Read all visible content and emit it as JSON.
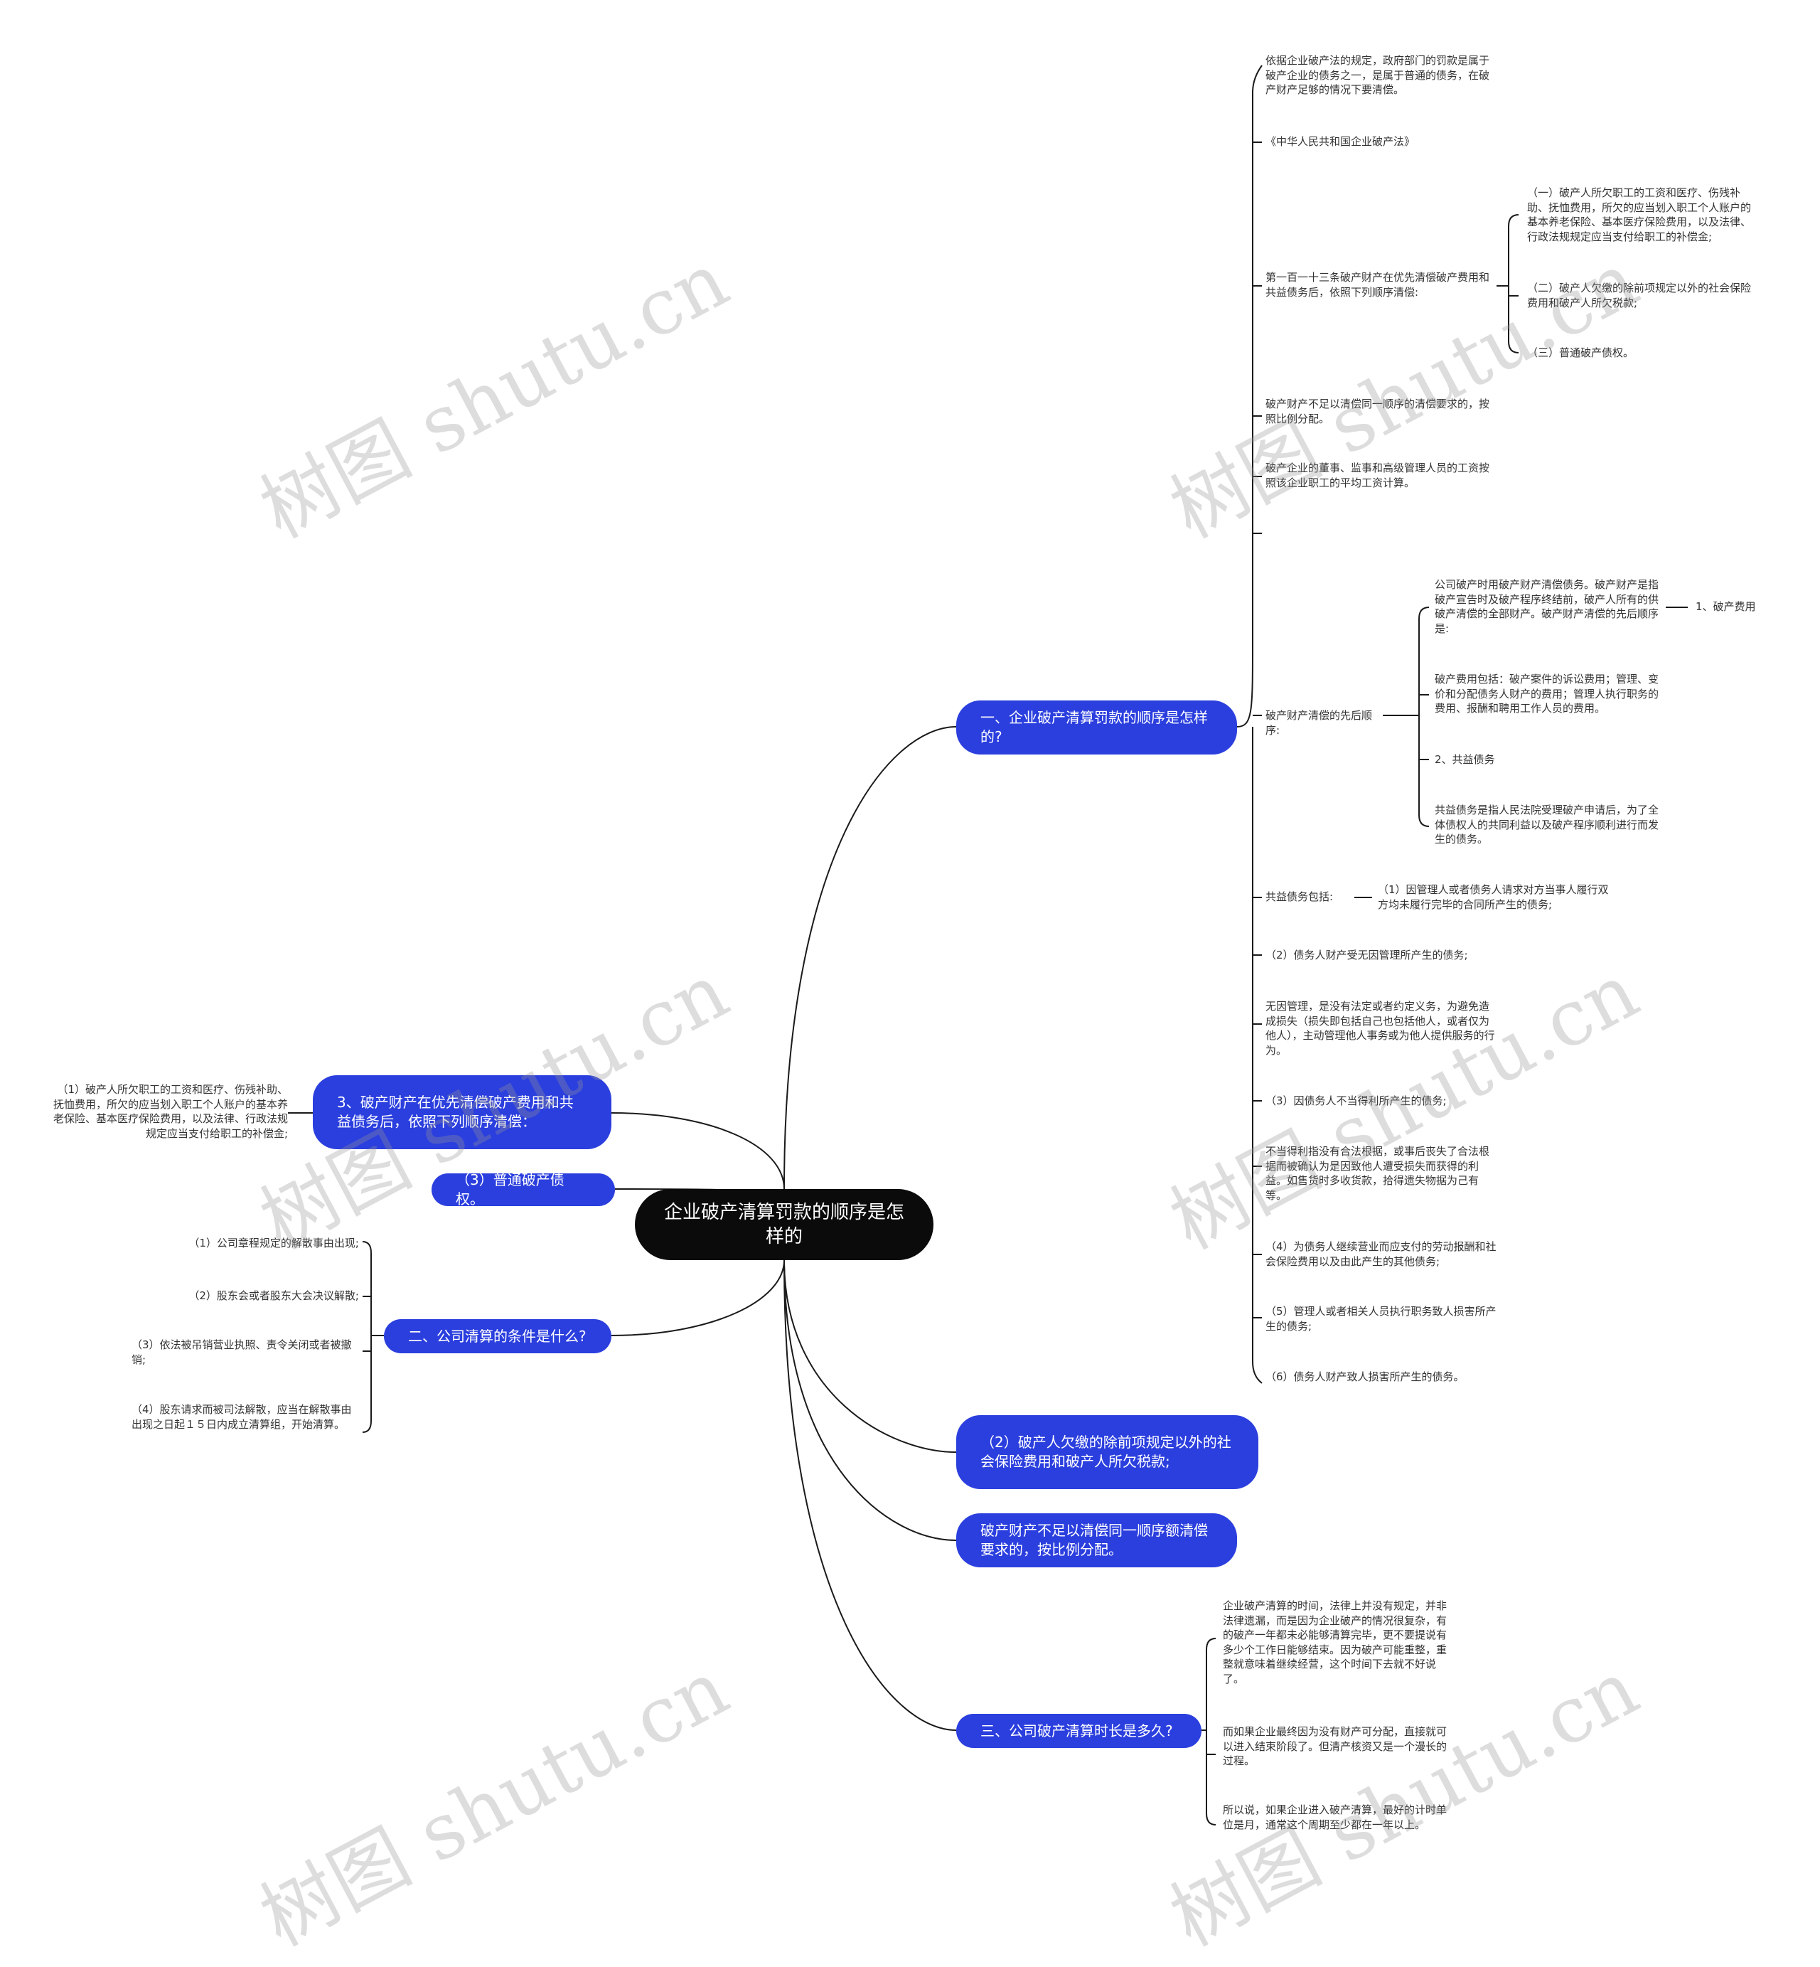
{
  "root": {
    "label": "企业破产清算罚款的顺序是怎样的"
  },
  "branches": {
    "b1": {
      "label": "一、企业破产清算罚款的顺序是怎样的?"
    },
    "b2": {
      "label": "（2）破产人欠缴的除前项规定以外的社会保险费用和破产人所欠税款;"
    },
    "b3": {
      "label": "破产财产不足以清偿同一顺序额清偿要求的，按比例分配。"
    },
    "b4": {
      "label": "三、公司破产清算时长是多久?"
    },
    "b5": {
      "label": "3、破产财产在优先清偿破产费用和共益债务后，依照下列顺序清偿："
    },
    "b6": {
      "label": "（3）普通破产债权。"
    },
    "b7": {
      "label": "二、公司清算的条件是什么?"
    }
  },
  "b1_children": {
    "c1": "依据企业破产法的规定，政府部门的罚款是属于破产企业的债务之一，是属于普通的债务，在破产财产足够的情况下要清偿。",
    "c2": "《中华人民共和国企业破产法》",
    "c3": "第一百一十三条破产财产在优先清偿破产费用和共益债务后，依照下列顺序清偿:",
    "c3a": "（一）破产人所欠职工的工资和医疗、伤残补助、抚恤费用，所欠的应当划入职工个人账户的基本养老保险、基本医疗保险费用，以及法律、行政法规规定应当支付给职工的补偿金;",
    "c3b": "（二）破产人欠缴的除前项规定以外的社会保险费用和破产人所欠税款;",
    "c3c": "（三）普通破产债权。",
    "c4": "破产财产不足以清偿同一顺序的清偿要求的，按照比例分配。",
    "c5": "破产企业的董事、监事和高级管理人员的工资按照该企业职工的平均工资计算。",
    "c6": "破产财产清偿的先后顺序:",
    "c6a": "公司破产时用破产财产清偿债务。破产财产是指破产宣告时及破产程序终结前，破产人所有的供破产清偿的全部财产。破产财产清偿的先后顺序是:",
    "c6a1": "1、破产费用",
    "c6b": "破产费用包括：破产案件的诉讼费用；管理、变价和分配债务人财产的费用；管理人执行职务的费用、报酬和聘用工作人员的费用。",
    "c6c": "2、共益债务",
    "c6d": "共益债务是指人民法院受理破产申请后，为了全体债权人的共同利益以及破产程序顺利进行而发生的债务。",
    "c7": "共益债务包括:",
    "c7a": "（1）因管理人或者债务人请求对方当事人履行双方均未履行完毕的合同所产生的债务;",
    "c8": "（2）债务人财产受无因管理所产生的债务;",
    "c9": "无因管理，是没有法定或者约定义务，为避免造成损失（损失即包括自己也包括他人，或者仅为他人），主动管理他人事务或为他人提供服务的行为。",
    "c10": "（3）因债务人不当得利所产生的债务;",
    "c11": "不当得利指没有合法根据，或事后丧失了合法根据而被确认为是因致他人遭受损失而获得的利益。如售货时多收货款，拾得遗失物据为己有等。",
    "c12": "（4）为债务人继续营业而应支付的劳动报酬和社会保险费用以及由此产生的其他债务;",
    "c13": "（5）管理人或者相关人员执行职务致人损害所产生的债务;",
    "c14": "（6）债务人财产致人损害所产生的债务。"
  },
  "b4_children": {
    "d1": "企业破产清算的时间，法律上并没有规定，并非法律遗漏，而是因为企业破产的情况很复杂，有的破产一年都未必能够清算完毕，更不要提说有多少个工作日能够结束。因为破产可能重整，重整就意味着继续经营，这个时间下去就不好说了。",
    "d2": "而如果企业最终因为没有财产可分配，直接就可以进入结束阶段了。但清产核资又是一个漫长的过程。",
    "d3": "所以说，如果企业进入破产清算，最好的计时单位是月，通常这个周期至少都在一年以上。"
  },
  "b5_children": {
    "e1": "（1）破产人所欠职工的工资和医疗、伤残补助、抚恤费用，所欠的应当划入职工个人账户的基本养老保险、基本医疗保险费用，以及法律、行政法规规定应当支付给职工的补偿金;"
  },
  "b7_children": {
    "f1": "（1）公司章程规定的解散事由出现;",
    "f2": "（2）股东会或者股东大会决议解散;",
    "f3": "（3）依法被吊销营业执照、责令关闭或者被撤销;",
    "f4": "（4）股东请求而被司法解散，应当在解散事由出现之日起１５日内成立清算组，开始清算。"
  },
  "watermark": "树图 shutu.cn",
  "colors": {
    "root": "#0b0b0b",
    "branch": "#2b3fde",
    "line": "#1a1a1a",
    "text": "#333333"
  }
}
